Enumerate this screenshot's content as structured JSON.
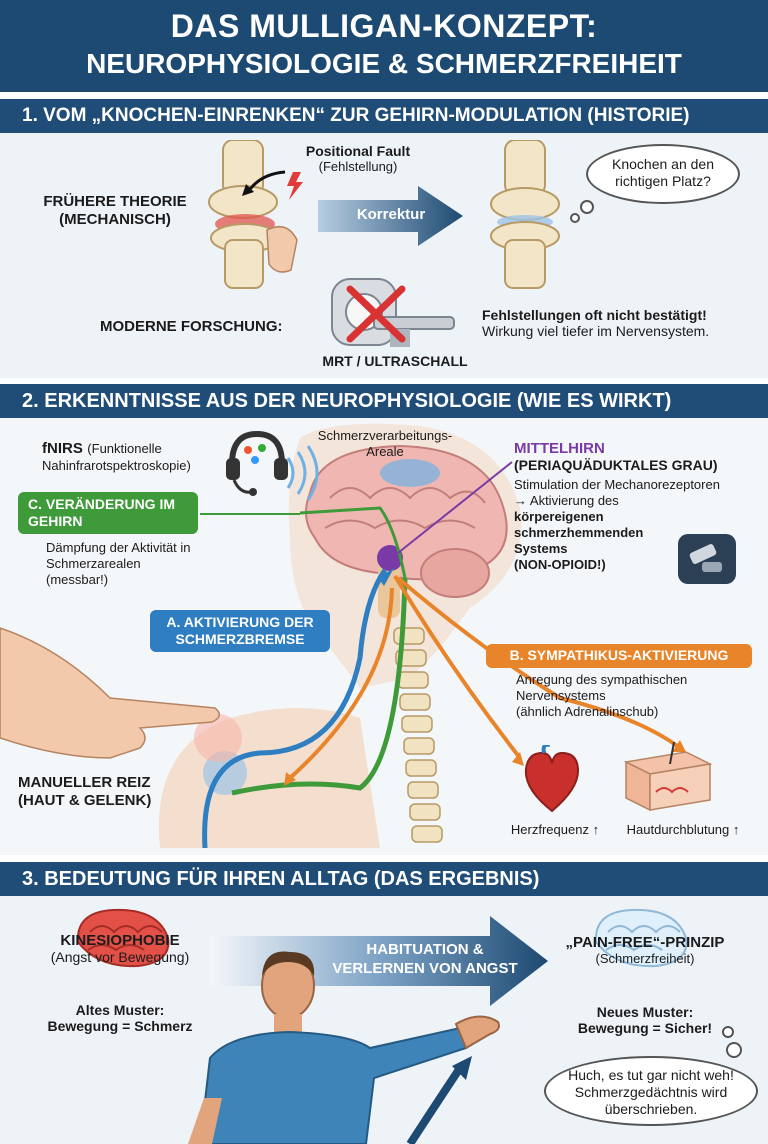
{
  "title": {
    "line1": "DAS MULLIGAN-KONZEPT:",
    "line2": "NEUROPHYSIOLOGIE & SCHMERZFREIHEIT"
  },
  "section1": {
    "heading": "1. VOM „KNOCHEN-EINRENKEN“ ZUR GEHIRN-MODULATION (HISTORIE)",
    "old_theory_line1": "FRÜHERE THEORIE",
    "old_theory_line2": "(MECHANISCH)",
    "fault_title": "Positional Fault",
    "fault_sub": "(Fehlstellung)",
    "correction_arrow": "Korrektur",
    "thought_line1": "Knochen an den",
    "thought_line2": "richtigen Platz?",
    "modern_label": "MODERNE FORSCHUNG:",
    "scanner_label": "MRT / ULTRASCHALL",
    "finding_bold": "Fehlstellungen oft nicht bestätigt!",
    "finding_text": "Wirkung viel tiefer im Nervensystem."
  },
  "section2": {
    "heading": "2. ERKENNTNISSE AUS DER NEUROPHYSIOLOGIE (WIE ES WIRKT)",
    "fnirs_bold": "fNIRS",
    "fnirs_rest": "(Funktionelle",
    "fnirs_line2": "Nahinfrarotspektroskopie)",
    "pain_areas_line1": "Schmerzverarbeitungs-",
    "pain_areas_line2": "Areale",
    "midbrain_title": "MITTELHIRN",
    "midbrain_sub": "(PERIAQUÄDUKTALES GRAU)",
    "midbrain_desc1": "Stimulation der Mechanorezeptoren",
    "midbrain_desc2": "→ Aktivierung des",
    "midbrain_desc3": "körpereigenen",
    "midbrain_desc4": "schmerzhemmenden",
    "midbrain_desc5": "Systems",
    "midbrain_desc6": "(NON-OPIOID!)",
    "c_label_line1": "C. VERÄNDERUNG IM",
    "c_label_line2": "GEHIRN",
    "c_desc1": "Dämpfung der Aktivität in",
    "c_desc2": "Schmerzarealen",
    "c_desc3": "(messbar!)",
    "a_label_line1": "A. AKTIVIERUNG DER",
    "a_label_line2": "SCHMERZBREMSE",
    "b_label": "B. SYMPATHIKUS-AKTIVIERUNG",
    "b_desc1": "Anregung des sympathischen",
    "b_desc2": "Nervensystems",
    "b_desc3": "(ähnlich Adrenalinschub)",
    "manual_line1": "MANUELLER REIZ",
    "manual_line2": "(HAUT & GELENK)",
    "heart_label": "Herzfrequenz ↑",
    "skin_label": "Hautdurchblutung ↑"
  },
  "section3": {
    "heading": "3. BEDEUTUNG FÜR IHREN ALLTAG (DAS ERGEBNIS)",
    "kinesio_title": "KINESIOPHOBIE",
    "kinesio_sub": "(Angst vor Bewegung)",
    "old_pattern1": "Altes Muster:",
    "old_pattern2": "Bewegung = Schmerz",
    "arrow_line1": "HABITUATION &",
    "arrow_line2": "VERLERNEN VON ANGST",
    "painfree_title": "„PAIN-FREE“-PRINZIP",
    "painfree_sub": "(Schmerzfreiheit)",
    "new_pattern1": "Neues Muster:",
    "new_pattern2": "Bewegung = Sicher!",
    "bubble_line1": "Huch, es tut gar nicht weh!",
    "bubble_line2": "Schmerzgedächtnis wird",
    "bubble_line3": "überschrieben."
  },
  "colors": {
    "navy": "#1d4a72",
    "green": "#3f9a3a",
    "blue": "#2e7ec1",
    "orange": "#e8842a",
    "purple": "#7a3aa6",
    "red": "#d23b3b"
  }
}
